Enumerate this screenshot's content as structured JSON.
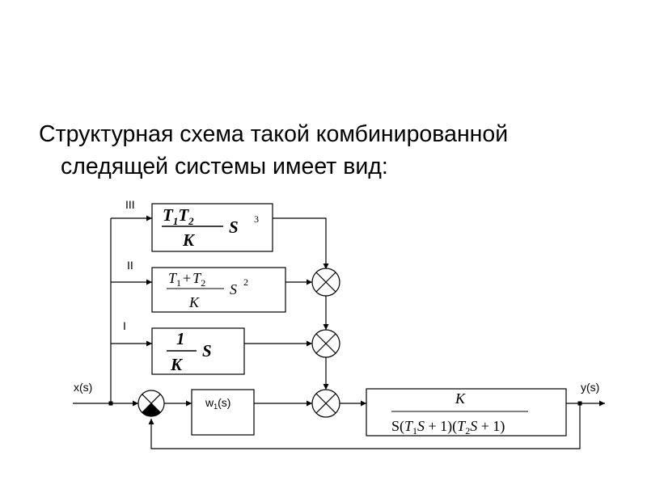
{
  "heading": {
    "line1": "Структурная схема такой комбинированной",
    "line2": "следящей системы имеет вид:"
  },
  "diagram": {
    "branch_labels": {
      "III": "III",
      "II": "II",
      "I": "I"
    },
    "input_label": "x(s)",
    "output_label": "y(s)",
    "blocks": {
      "block_iii": {
        "num_a": "T",
        "num_a_sub": "1",
        "num_b": "T",
        "num_b_sub": "2",
        "den": "K",
        "var": "S",
        "exp": "3"
      },
      "block_ii": {
        "num_a": "T",
        "num_a_sub": "1",
        "plus": "+",
        "num_b": "T",
        "num_b_sub": "2",
        "den": "K",
        "var": "S",
        "exp": "2"
      },
      "block_i": {
        "num": "1",
        "den": "K",
        "var": "S"
      },
      "block_w1": {
        "label": "w",
        "sub": "1",
        "arg": "(s)"
      },
      "block_plant": {
        "num": "K",
        "den": [
          {
            "t": "S("
          },
          {
            "t": "T",
            "i": true
          },
          {
            "t": "1",
            "sub": true
          },
          {
            "t": "S",
            "i": true
          },
          {
            "t": " + 1)("
          },
          {
            "t": "T",
            "i": true
          },
          {
            "t": "2",
            "sub": true
          },
          {
            "t": "S",
            "i": true
          },
          {
            "t": " + 1)"
          }
        ]
      }
    },
    "colors": {
      "line": "#000000",
      "block_border": "#000000",
      "background": "#ffffff"
    }
  }
}
